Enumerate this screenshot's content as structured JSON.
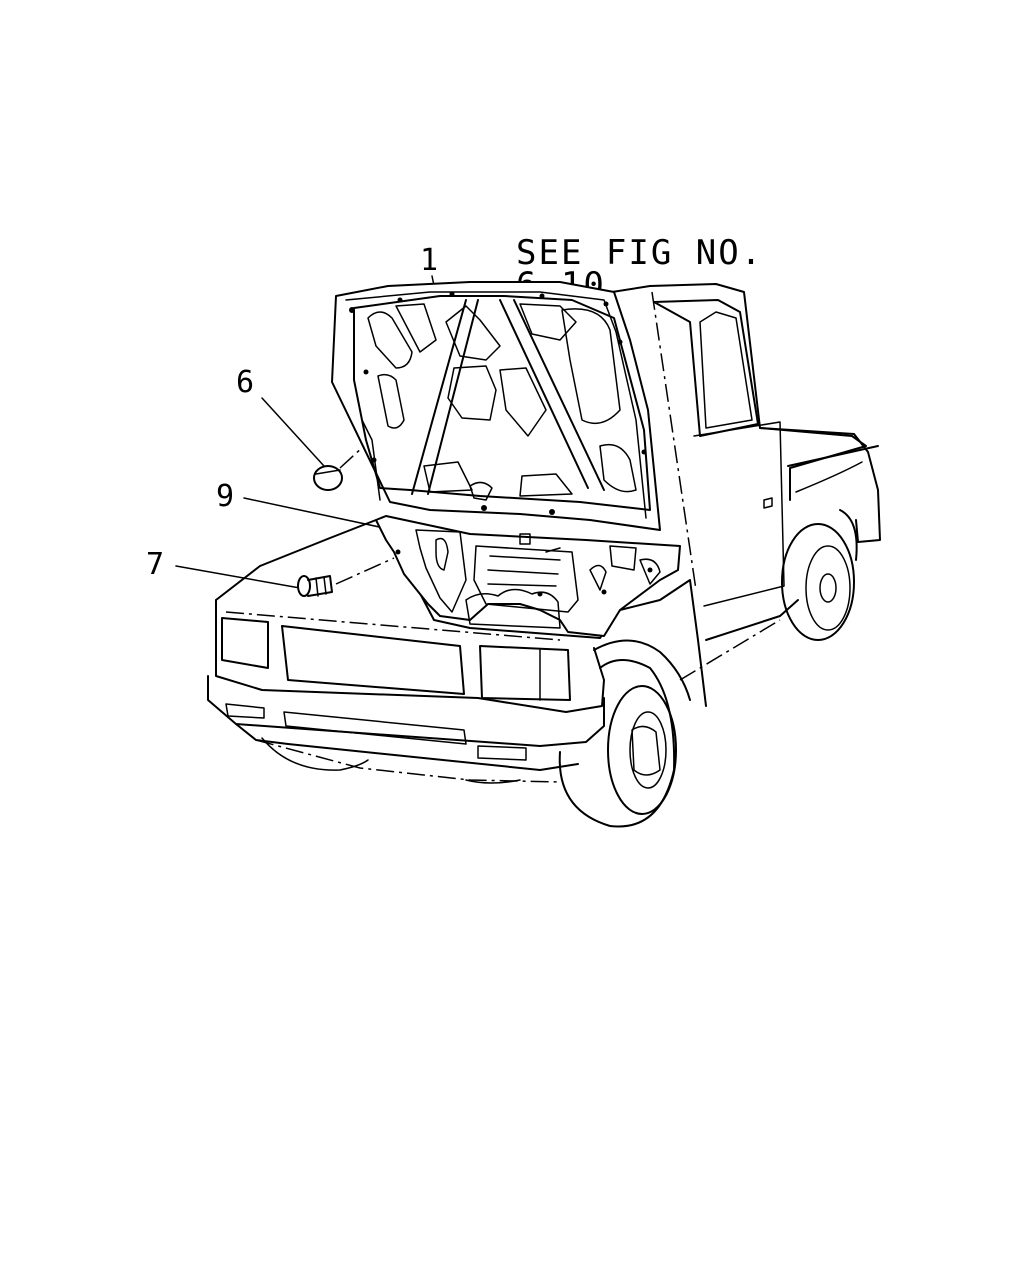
{
  "note": {
    "line1": "SEE FIG NO.",
    "line2": "6-10"
  },
  "callouts": [
    {
      "id": "1",
      "text": "1"
    },
    {
      "id": "6",
      "text": "6"
    },
    {
      "id": "9",
      "text": "9"
    },
    {
      "id": "7",
      "text": "7"
    }
  ]
}
